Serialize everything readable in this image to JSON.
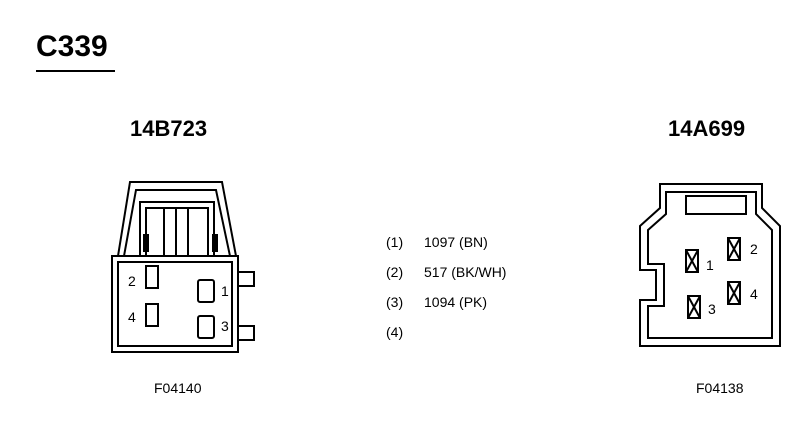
{
  "connector_title": "C339",
  "left_connector": {
    "part_number": "14B723",
    "figure_id": "F04140",
    "cavity_labels": [
      "1",
      "2",
      "3",
      "4"
    ]
  },
  "right_connector": {
    "part_number": "14A699",
    "figure_id": "F04138",
    "cavity_labels": [
      "1",
      "2",
      "3",
      "4"
    ]
  },
  "pins": [
    {
      "pin": "(1)",
      "circuit": "1097 (BN)"
    },
    {
      "pin": "(2)",
      "circuit": "517 (BK/WH)"
    },
    {
      "pin": "(3)",
      "circuit": "1094 (PK)"
    },
    {
      "pin": "(4)",
      "circuit": ""
    }
  ]
}
